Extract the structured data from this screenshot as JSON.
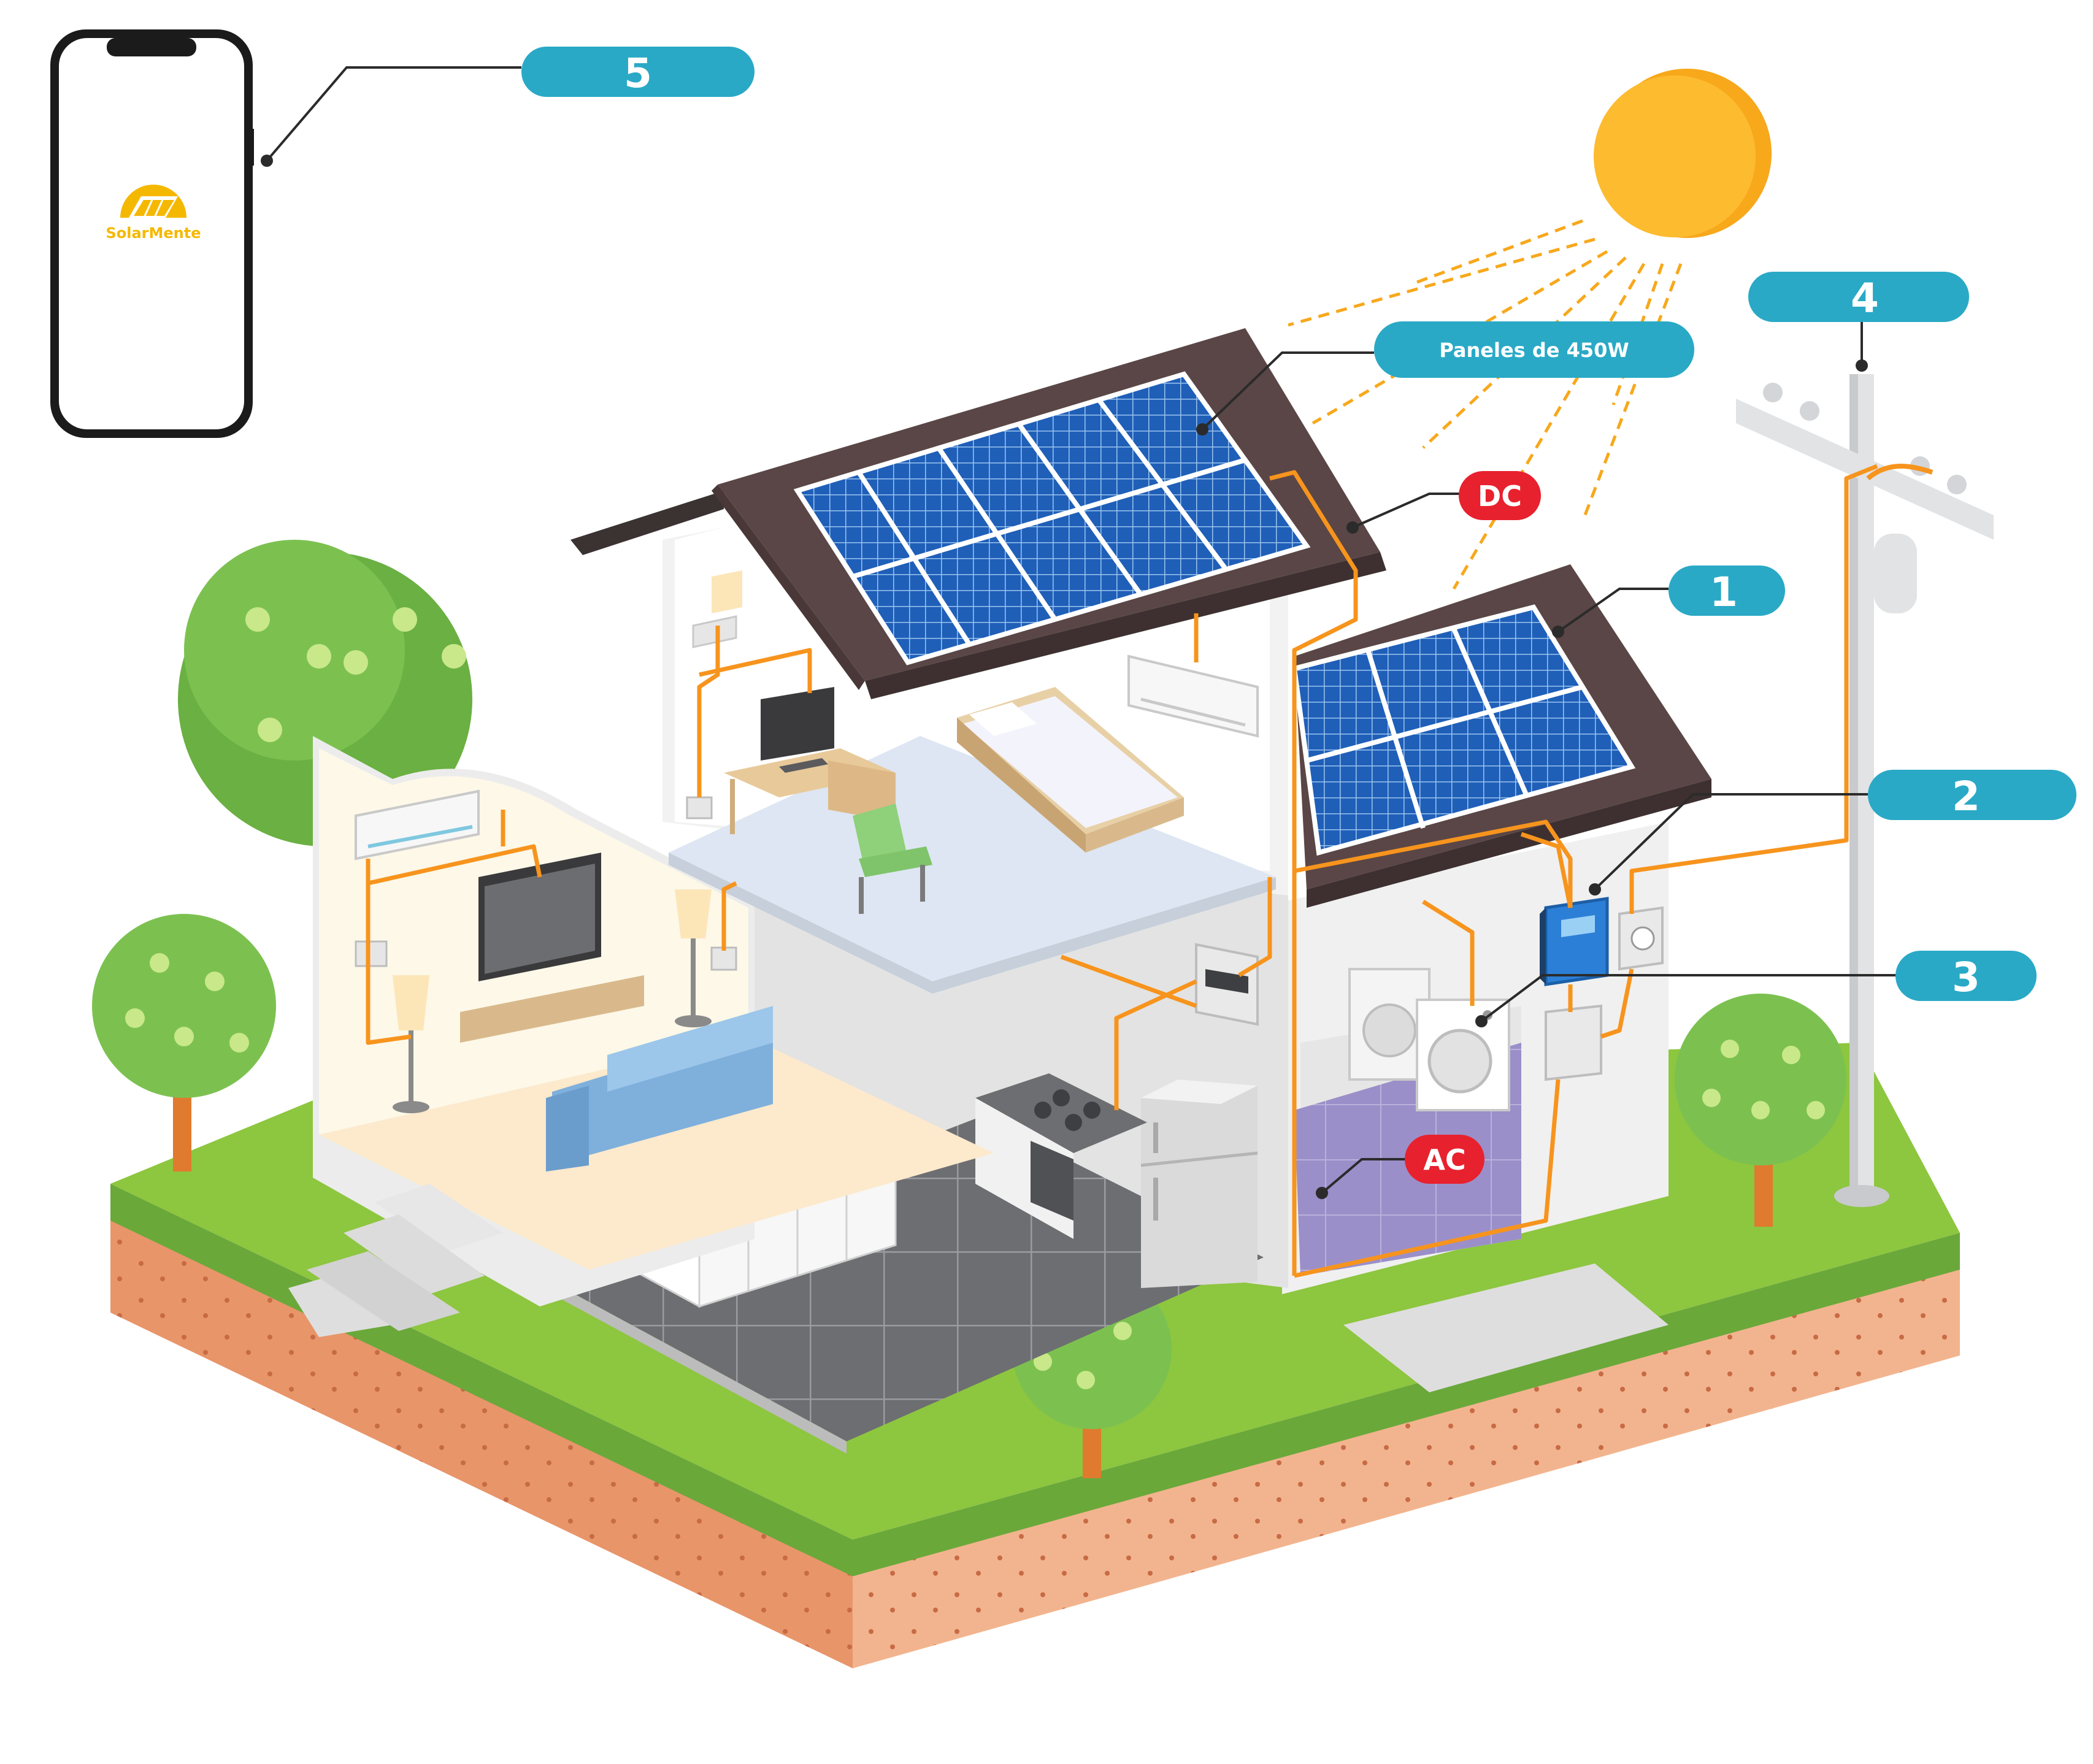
{
  "phone": {
    "brand": "SolarMente"
  },
  "callouts": {
    "c1": "1",
    "c2": "2",
    "c3": "3",
    "c4": "4",
    "c5": "5",
    "panels": "Paneles de 450W"
  },
  "badges": {
    "dc": "DC",
    "ac": "AC"
  },
  "colors": {
    "callout": "#29a9c6",
    "badge": "#e8212e",
    "wire": "#f7941d",
    "sun": "#fdbb30",
    "roof": "#5a4646",
    "panel": "#1f5fb8",
    "grass": "#8dc63f",
    "soil": "#e8956a"
  }
}
